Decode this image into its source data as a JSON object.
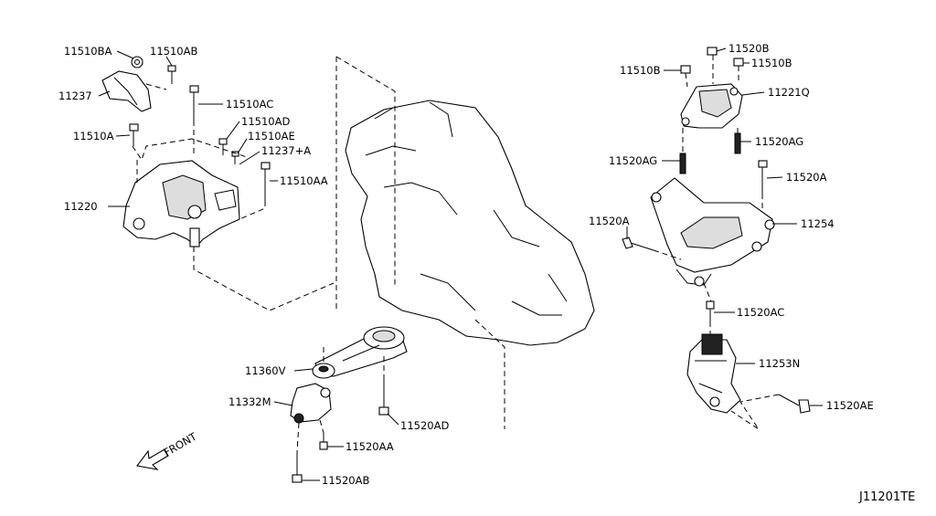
{
  "labels": {
    "l11510BA": "11510BA",
    "l11510AB": "11510AB",
    "l11237": "11237",
    "l11510AC": "11510AC",
    "l11510A": "11510A",
    "l11510AD": "11510AD",
    "l11510AE": "11510AE",
    "l11237A": "11237+A",
    "l11510AA": "11510AA",
    "l11220": "11220",
    "l11520B": "11520B",
    "l11510B_left": "11510B",
    "l11510B_right": "11510B",
    "l11221Q": "11221Q",
    "l11520AG_left": "11520AG",
    "l11520AG_right": "11520AG",
    "l11520A_right": "11520A",
    "l11520A_left": "11520A",
    "l11254": "11254",
    "l11520AC": "11520AC",
    "l11253N": "11253N",
    "l11520AE": "11520AE",
    "l11360V": "11360V",
    "l11332M": "11332M",
    "l11520AD": "11520AD",
    "l11520AA": "11520AA",
    "l11520AB": "11520AB"
  },
  "front_label": "FRONT",
  "diagram_code": "J11201TE"
}
